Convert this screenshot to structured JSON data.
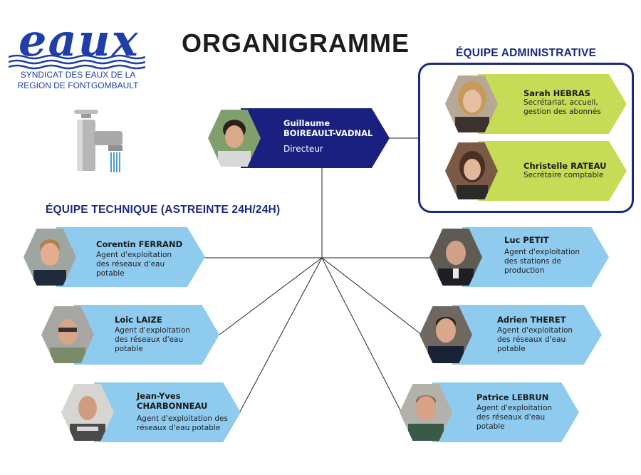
{
  "logo": {
    "word": "eaux",
    "subtitle_line1": "SYNDICAT DES EAUX DE LA",
    "subtitle_line2": "REGION DE FONTGOMBAULT"
  },
  "page_title": "ORGANIGRAMME",
  "colors": {
    "navy": "#1a2080",
    "light_blue": "#8fcbef",
    "lime": "#c6dc57",
    "logo_blue": "#1f3fa8"
  },
  "director": {
    "name": "Guillaume BOIREAULT-VADNAL",
    "name_line1": "Guillaume",
    "name_line2": "BOIREAULT-VADNAL",
    "role": "Directeur"
  },
  "admin_team": {
    "title": "ÉQUIPE ADMINISTRATIVE",
    "members": [
      {
        "name": "Sarah HEBRAS",
        "role_lines": [
          "Secrétariat, accueil,",
          "gestion des abonnés"
        ]
      },
      {
        "name": "Christelle RATEAU",
        "role_lines": [
          "Secrétaire comptable"
        ]
      }
    ]
  },
  "tech_team": {
    "title": "ÉQUIPE TECHNIQUE (ASTREINTE 24H/24H)",
    "members": [
      {
        "name_lines": [
          "Corentin FERRAND"
        ],
        "role_lines": [
          "Agent d'exploitation",
          "des réseaux d'eau",
          "potable"
        ]
      },
      {
        "name_lines": [
          "Loic LAIZE"
        ],
        "role_lines": [
          "Agent d'exploitation",
          "des réseaux d'eau",
          "potable"
        ]
      },
      {
        "name_lines": [
          "Jean-Yves",
          "CHARBONNEAU"
        ],
        "role_lines": [
          "Agent d'exploitation des",
          "réseaux d'eau potable"
        ]
      },
      {
        "name_lines": [
          "Luc PETIT"
        ],
        "role_lines": [
          "Agent d'exploitation",
          "des stations de",
          "production"
        ]
      },
      {
        "name_lines": [
          "Adrien THERET"
        ],
        "role_lines": [
          "Agent d'exploitation",
          "des réseaux d'eau",
          "potable"
        ]
      },
      {
        "name_lines": [
          "Patrice LEBRUN"
        ],
        "role_lines": [
          "Agent d'exploitation",
          "des réseaux d'eau",
          "potable"
        ]
      }
    ]
  }
}
